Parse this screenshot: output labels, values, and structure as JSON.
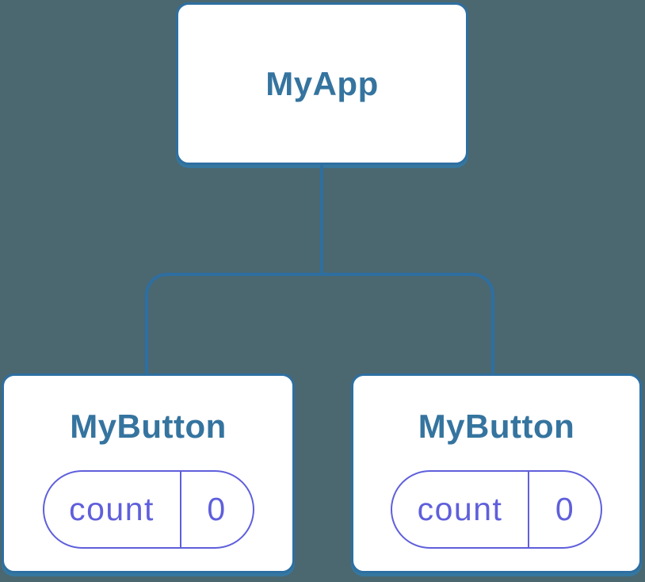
{
  "theme": {
    "background": "#4B6770",
    "line": "#2E6FA1",
    "line-shadow": "#35779F",
    "node-bg": "#FFFFFF",
    "title": "#35749F",
    "state": "#5F5FDC"
  },
  "diagram": {
    "root": {
      "title": "MyApp"
    },
    "children": [
      {
        "title": "MyButton",
        "state": {
          "label": "count",
          "value": "0"
        }
      },
      {
        "title": "MyButton",
        "state": {
          "label": "count",
          "value": "0"
        }
      }
    ]
  }
}
